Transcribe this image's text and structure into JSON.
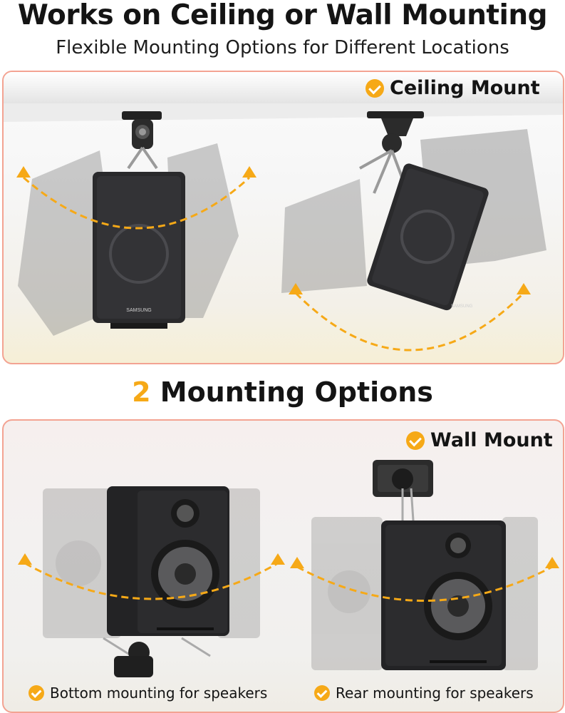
{
  "header": {
    "title": "Works on Ceiling or Wall Mounting",
    "subtitle": "Flexible Mounting Options for Different Locations"
  },
  "ceiling_panel": {
    "label": "Ceiling Mount",
    "left_speaker_brand": "SAMSUNG",
    "right_speaker_brand": "SAMSUNG"
  },
  "middle": {
    "number": "2",
    "text": "Mounting Options"
  },
  "wall_panel": {
    "label": "Wall Mount",
    "captions": {
      "bottom": "Bottom mounting for speakers",
      "rear": "Rear mounting for speakers"
    }
  },
  "colors": {
    "accent": "#f6a917",
    "border": "#f3a392",
    "speaker": "#2a2a2c"
  },
  "icons": [
    "check-icon",
    "double-arrow-icon"
  ]
}
